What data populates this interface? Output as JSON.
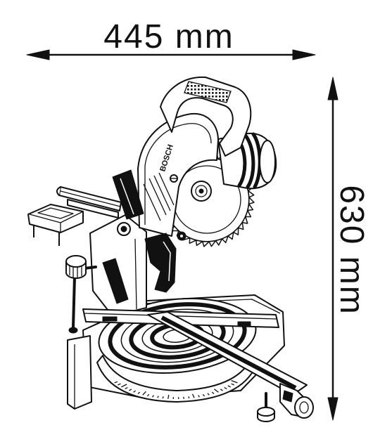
{
  "dimensions": {
    "width_label": "445 mm",
    "height_label": "630 mm"
  },
  "product": {
    "logo_text": "BOSCH"
  },
  "colors": {
    "line": "#111111",
    "background": "#ffffff"
  }
}
